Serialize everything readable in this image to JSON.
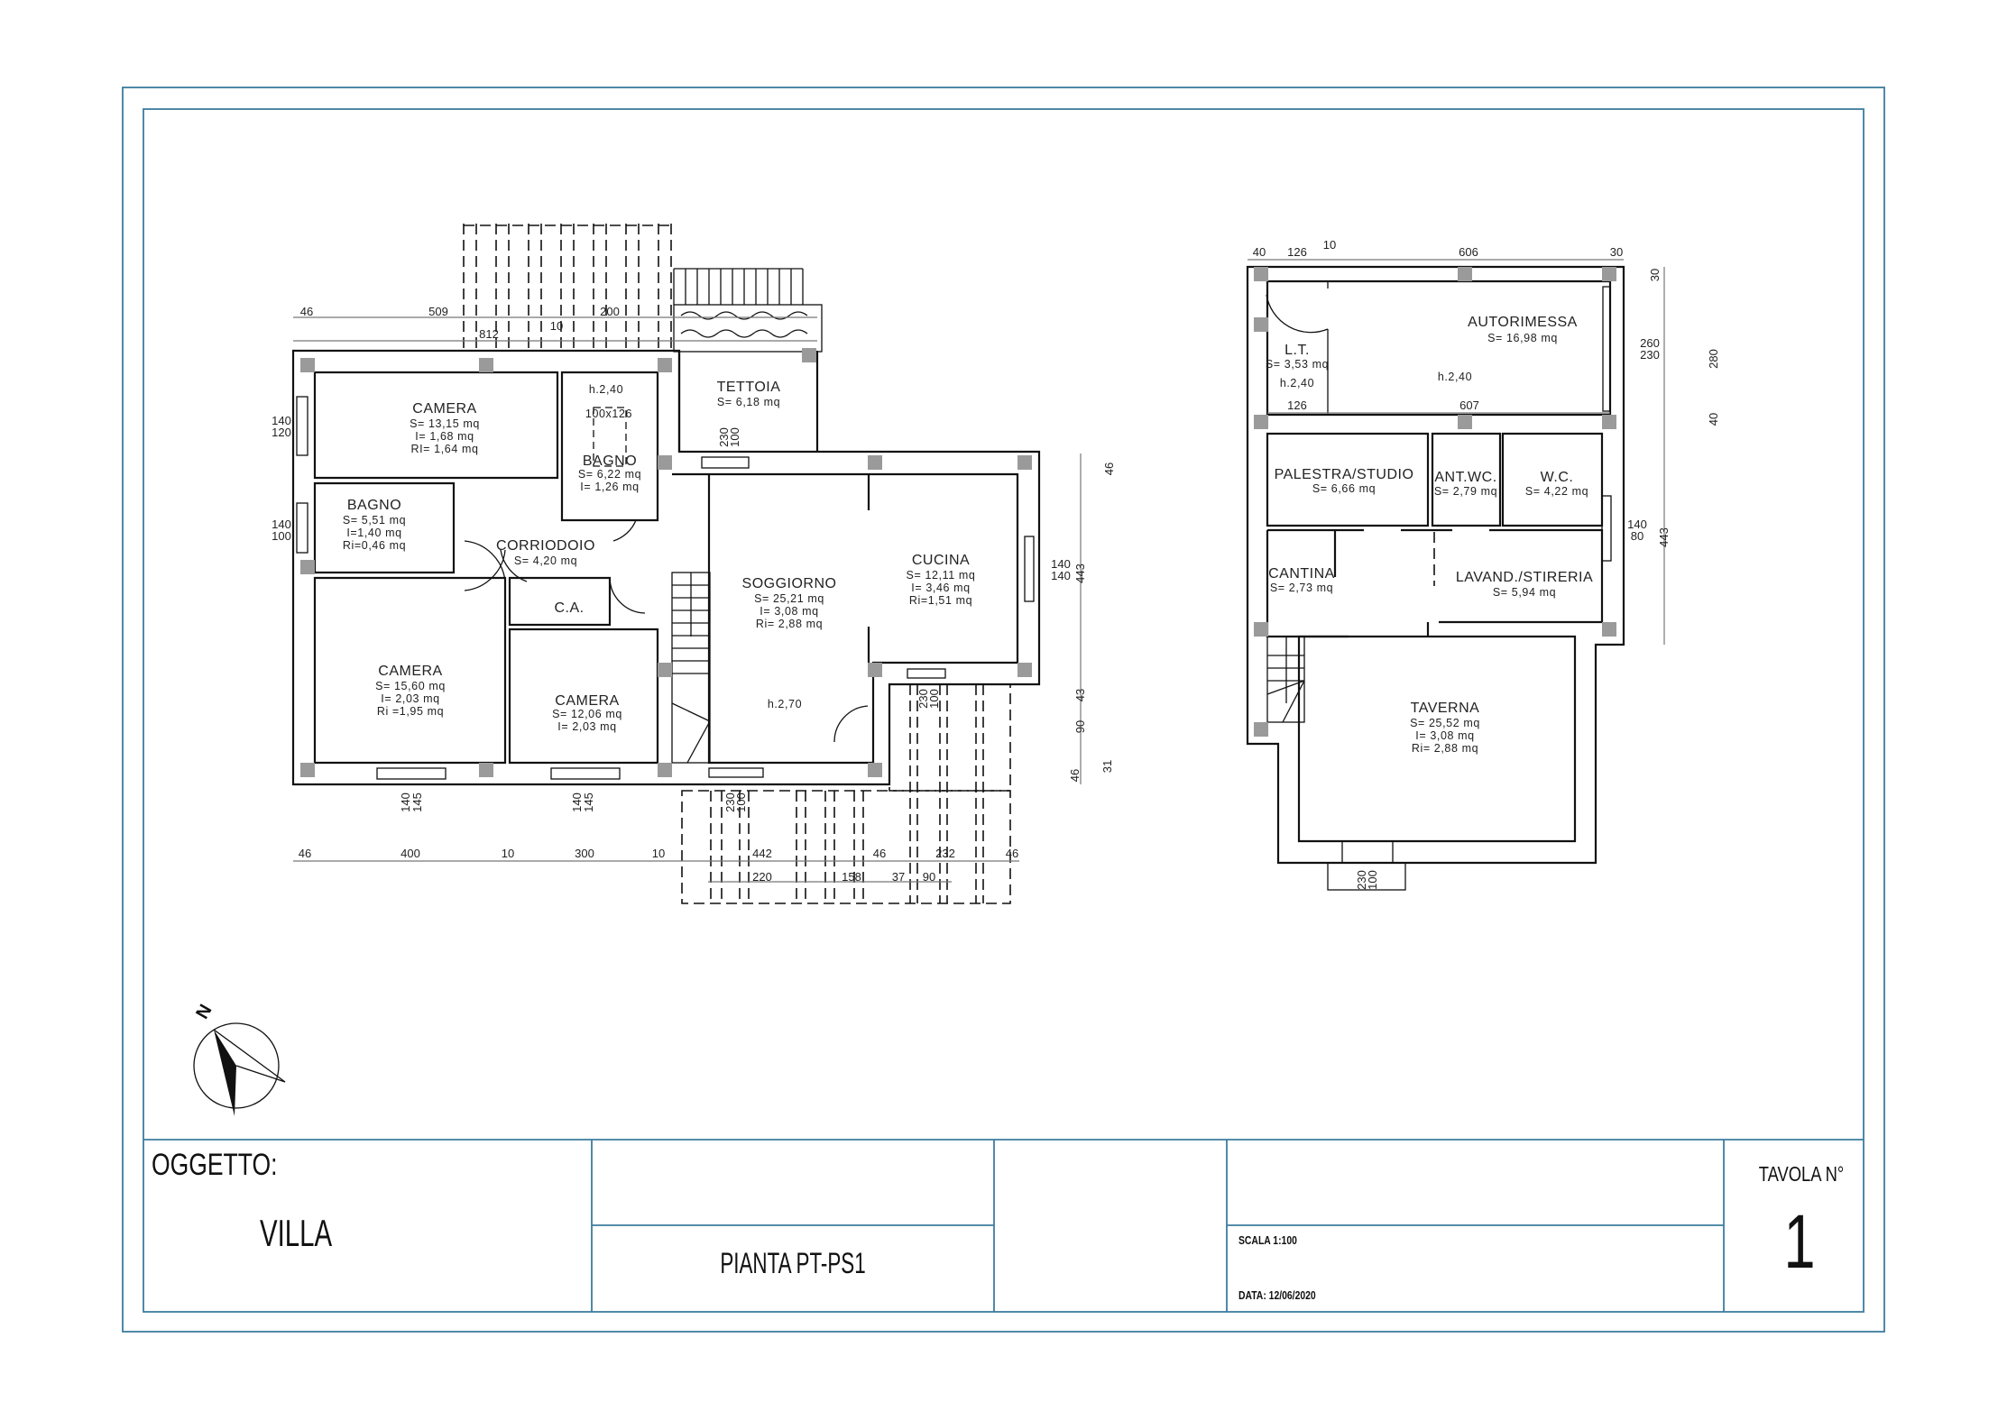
{
  "sheet": {
    "oggetto_label": "OGGETTO:",
    "oggetto": "VILLA",
    "drawing_title": "PIANTA PT-PS1",
    "scale": "SCALA 1:100",
    "date": "DATA:  12/06/2020",
    "tavola_label": "TAVOLA N°",
    "tavola_number": "1",
    "north": "N"
  },
  "ground_floor": {
    "rooms": [
      {
        "name": "CAMERA",
        "lines": [
          "S= 13,15 mq",
          "I= 1,68 mq",
          "RI= 1,64 mq"
        ]
      },
      {
        "name": "BAGNO",
        "lines": [
          "S= 5,51 mq",
          "I=1,40 mq",
          "Ri=0,46 mq"
        ]
      },
      {
        "name": "BAGNO",
        "lines": [
          "S= 6,22 mq",
          "I= 1,26 mq",
          "h.2,40",
          "100x126"
        ]
      },
      {
        "name": "CORRIODOIO",
        "lines": [
          "S= 4,20 mq"
        ]
      },
      {
        "name": "C.A.",
        "lines": []
      },
      {
        "name": "CAMERA",
        "lines": [
          "S= 15,60 mq",
          "I= 2,03 mq",
          "Ri =1,95 mq"
        ]
      },
      {
        "name": "CAMERA",
        "lines": [
          "S= 12,06 mq",
          "I= 2,03 mq"
        ]
      },
      {
        "name": "SOGGIORNO",
        "lines": [
          "S= 25,21 mq",
          "I= 3,08 mq",
          "Ri= 2,88 mq",
          "h.2,70"
        ]
      },
      {
        "name": "CUCINA",
        "lines": [
          "S= 12,11 mq",
          "I= 3,46 mq",
          "Ri=1,51 mq"
        ]
      },
      {
        "name": "TETTOIA",
        "lines": [
          "S= 6,18 mq"
        ]
      }
    ],
    "dims_top": [
      "46",
      "509",
      "200",
      "812",
      "10"
    ],
    "dims_bottom": [
      "46",
      "400",
      "10",
      "300",
      "10",
      "442",
      "46",
      "232",
      "46"
    ],
    "dims_bottom2": [
      "220",
      "158",
      "37",
      "90"
    ],
    "dims_right": [
      "46",
      "443",
      "43",
      "90",
      "46",
      "31"
    ],
    "windows": [
      "140",
      "120",
      "140",
      "100",
      "140",
      "145",
      "140",
      "145",
      "230",
      "100",
      "230",
      "100",
      "230",
      "100",
      "140",
      "140"
    ]
  },
  "basement": {
    "rooms": [
      {
        "name": "AUTORIMESSA",
        "lines": [
          "S= 16,98 mq",
          "h.2,40"
        ]
      },
      {
        "name": "L.T.",
        "lines": [
          "S= 3,53 mq",
          "h.2,40"
        ]
      },
      {
        "name": "PALESTRA/STUDIO",
        "lines": [
          "S= 6,66 mq"
        ]
      },
      {
        "name": "ANT.WC.",
        "lines": [
          "S= 2,79 mq"
        ]
      },
      {
        "name": "W.C.",
        "lines": [
          "S= 4,22 mq"
        ]
      },
      {
        "name": "CANTINA",
        "lines": [
          "S= 2,73 mq"
        ]
      },
      {
        "name": "LAVAND./STIRERIA",
        "lines": [
          "S= 5,94 mq"
        ]
      },
      {
        "name": "TAVERNA",
        "lines": [
          "S= 25,52 mq",
          "I= 3,08 mq",
          "Ri= 2,88 mq"
        ]
      }
    ],
    "dims_top": [
      "40",
      "126",
      "10",
      "606",
      "30"
    ],
    "dims_inner": [
      "126",
      "607"
    ],
    "dims_right": [
      "30",
      "280",
      "40",
      "443"
    ],
    "windows": [
      "260",
      "230",
      "140",
      "80",
      "230",
      "100"
    ]
  },
  "colors": {
    "frame": "#3d7c9e",
    "column": "#9a9a9a",
    "ink": "#111111"
  }
}
